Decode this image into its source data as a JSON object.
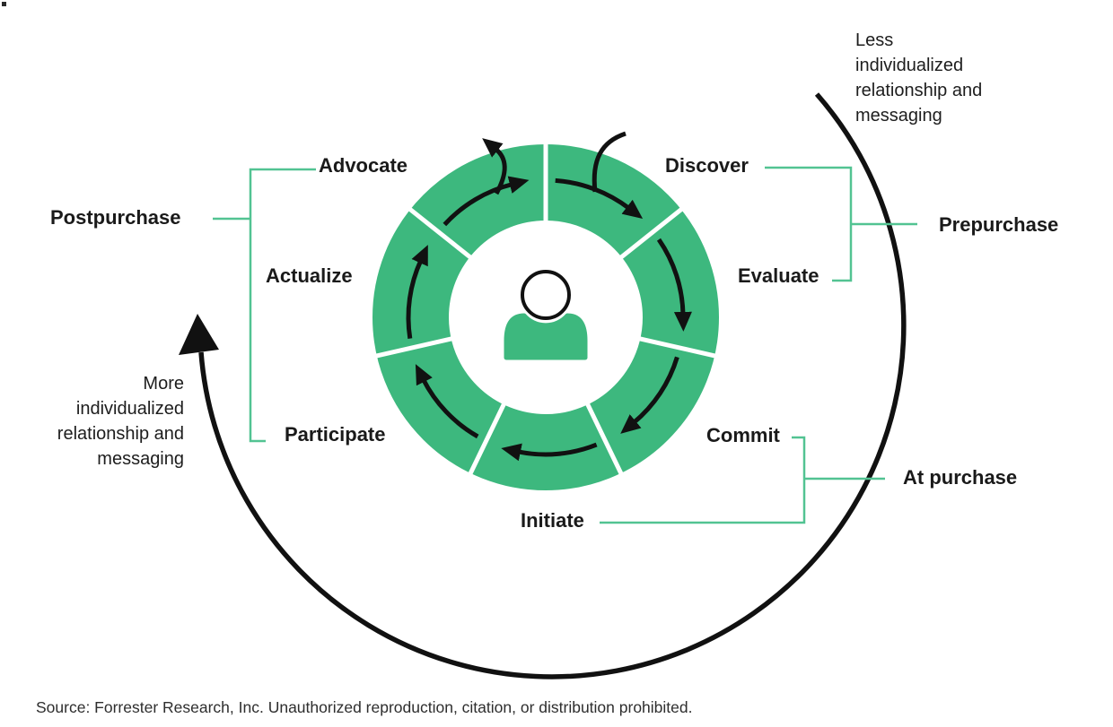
{
  "colors": {
    "ring_green": "#3db87e",
    "line_green": "#52c392",
    "arrow_black": "#111111",
    "text_dark": "#1a1a1a"
  },
  "ring": {
    "segment_order": [
      "discover",
      "evaluate",
      "commit",
      "initiate",
      "participate",
      "actualize",
      "advocate"
    ],
    "center_icon": "person-icon"
  },
  "stages": {
    "discover": "Discover",
    "evaluate": "Evaluate",
    "commit": "Commit",
    "initiate": "Initiate",
    "participate": "Participate",
    "actualize": "Actualize",
    "advocate": "Advocate"
  },
  "phases": {
    "prepurchase": "Prepurchase",
    "at_purchase": "At purchase",
    "postpurchase": "Postpurchase"
  },
  "annotations": {
    "less": "Less individualized relationship and messaging",
    "more": "More individualized relationship and messaging"
  },
  "source": "Source: Forrester Research, Inc. Unauthorized reproduction, citation, or distribution prohibited."
}
